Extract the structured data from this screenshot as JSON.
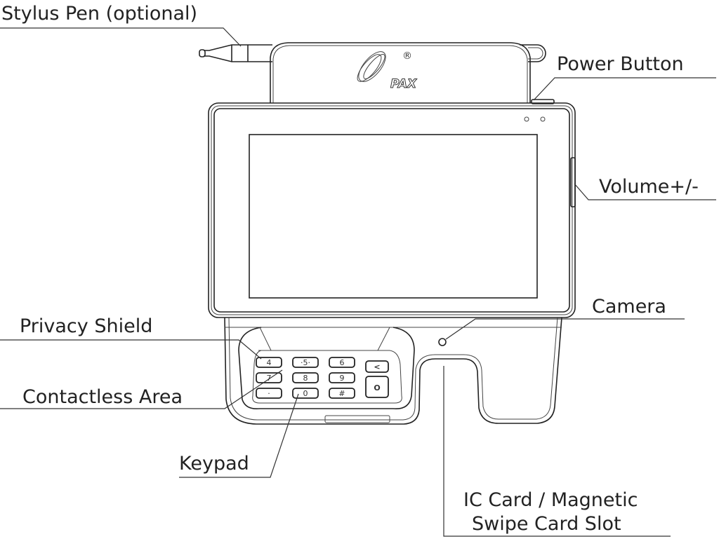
{
  "labels": {
    "stylus": "Stylus Pen (optional)",
    "power": "Power Button",
    "volume": "Volume+/-",
    "camera": "Camera",
    "privacy": "Privacy Shield",
    "contactless": "Contactless Area",
    "keypad": "Keypad",
    "card_line1": "IC Card / Magnetic",
    "card_line2": "Swipe Card Slot"
  },
  "logo": {
    "brand": "PAX",
    "mark": "®"
  },
  "keys": {
    "k4": "4",
    "k5": "·5·",
    "k6": "6",
    "back": "<",
    "k7": "7",
    "k8": "8",
    "k9": "9",
    "ok": "O",
    "star": "·",
    "k0": "0",
    "hash": "#"
  }
}
